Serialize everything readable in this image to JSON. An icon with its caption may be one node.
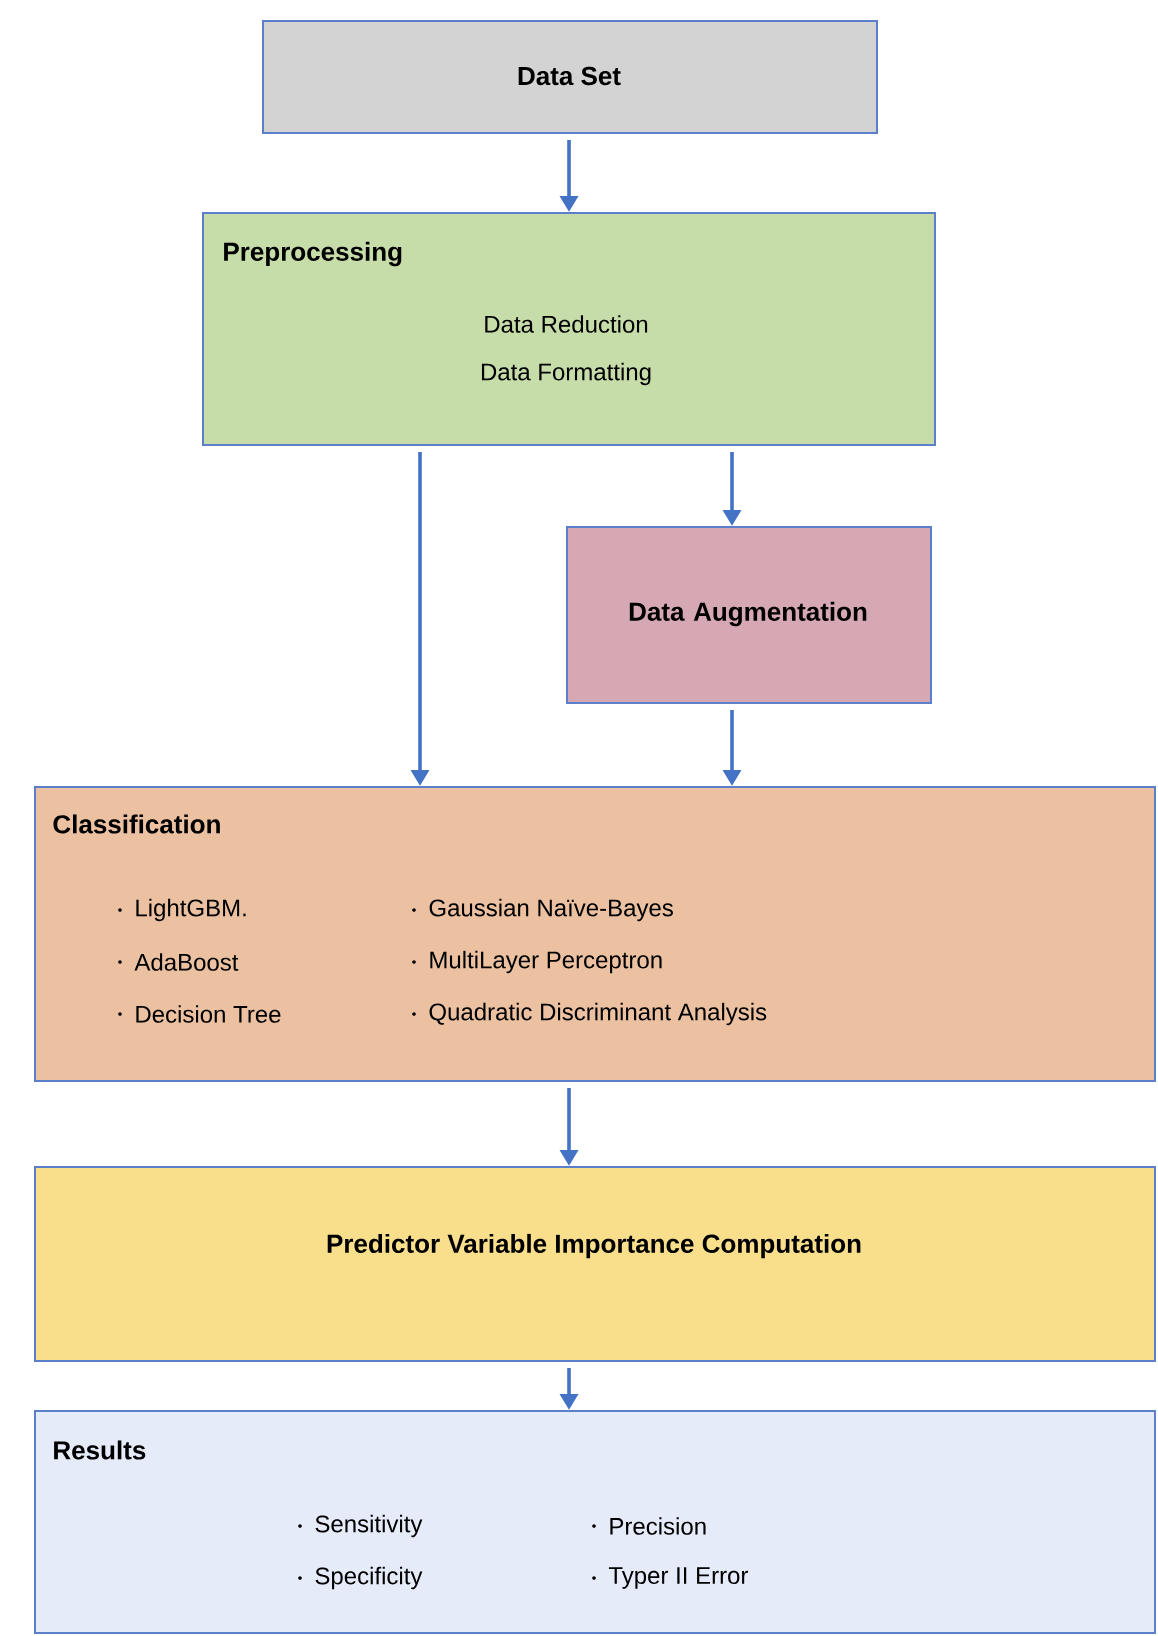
{
  "diagram": {
    "nodes": [
      {
        "text": [
          "Data Set"
        ]
      },
      {
        "text": [
          "Preprocessing",
          "Data Reduction",
          "Data Formatting"
        ]
      },
      {
        "text": [
          "Data Augmentation"
        ]
      },
      {
        "text": [
          "Classification",
          "LightGBM.",
          "AdaBoost",
          "Decision Tree",
          "Gaussian Naïve-Bayes",
          "MultiLayer Perceptron",
          "Quadratic  Discriminant Analysis"
        ]
      },
      {
        "text": [
          "Predictor Variable Importance Computation"
        ]
      },
      {
        "text": [
          "Results",
          "Sensitivity",
          "Specificity",
          "Precision",
          "Typer II Error"
        ]
      }
    ],
    "edges": [
      {
        "from": 0,
        "to": 1,
        "arrow": "to"
      },
      {
        "from": 1,
        "to": 3,
        "arrow": "to"
      },
      {
        "from": 1,
        "to": 2,
        "arrow": "to"
      },
      {
        "from": 2,
        "to": 3,
        "arrow": "to"
      },
      {
        "from": 3,
        "to": 4,
        "arrow": "to"
      },
      {
        "from": 4,
        "to": 5,
        "arrow": "to"
      }
    ]
  }
}
